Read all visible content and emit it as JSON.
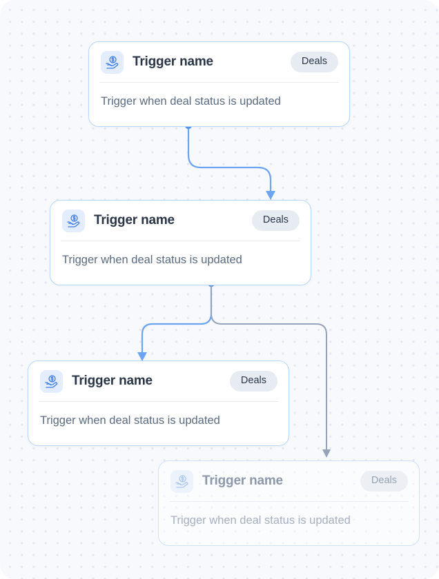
{
  "canvas": {
    "background_color": "#f7f9fc",
    "dot_color": "#e3e7f0",
    "corner_radius": "22px"
  },
  "theme": {
    "card_background": "#ffffff",
    "card_border": "#b9d7fb",
    "title_color": "#2a3647",
    "description_color": "#5a6b80",
    "badge_background": "#e7ecf3",
    "icon_background": "#e3edfd",
    "icon_color": "#3b7ae8",
    "edge_blue": "#6ba4f2",
    "edge_gray": "#95a3b8",
    "edge_dot": "#5b96f0"
  },
  "nodes": [
    {
      "id": "node-1",
      "title": "Trigger name",
      "badge": "Deals",
      "description": "Trigger when deal status is updated",
      "icon": "hand-holding-coin-icon",
      "state": "active"
    },
    {
      "id": "node-2",
      "title": "Trigger name",
      "badge": "Deals",
      "description": "Trigger when deal status is updated",
      "icon": "hand-holding-coin-icon",
      "state": "active"
    },
    {
      "id": "node-3",
      "title": "Trigger name",
      "badge": "Deals",
      "description": "Trigger when deal status is updated",
      "icon": "hand-holding-coin-icon",
      "state": "active"
    },
    {
      "id": "node-4",
      "title": "Trigger name",
      "badge": "Deals",
      "description": "Trigger when deal status is updated",
      "icon": "hand-holding-coin-icon",
      "state": "ghost"
    }
  ],
  "edges": [
    {
      "id": "edge-1-2",
      "from": "node-1",
      "to": "node-2",
      "color": "#6ba4f2",
      "style": "curved"
    },
    {
      "id": "edge-2-3",
      "from": "node-2",
      "to": "node-3",
      "color": "#6ba4f2",
      "style": "curved"
    },
    {
      "id": "edge-2-4",
      "from": "node-2",
      "to": "node-4",
      "color": "#95a3b8",
      "style": "curved"
    }
  ]
}
